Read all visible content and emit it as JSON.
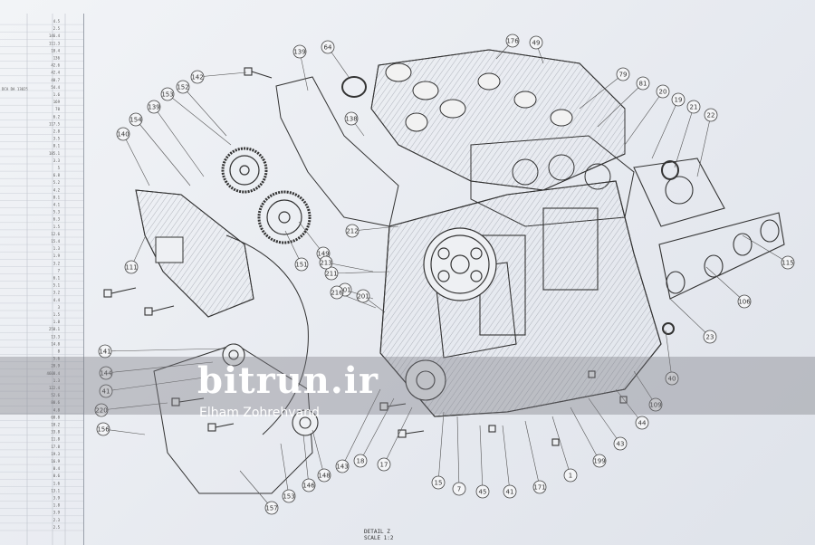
{
  "watermark": {
    "site": "bitrun.ir",
    "credit": "Elham Zohrehvand"
  },
  "detail": {
    "label": "DETAIL Z",
    "scale": "SCALE 1:2"
  },
  "parts_table": {
    "header": "DCA DA 13025",
    "rows": [
      "4.5",
      "2.5",
      "146.4",
      "111.3",
      "10.4",
      "136",
      "42.6",
      "42.4",
      "40.7",
      "54.4",
      "1.6",
      "169",
      "70",
      "6.2",
      "117.5",
      "2.8",
      "3.5",
      "8.1",
      "185.1",
      "3.3",
      "5",
      "6.8",
      "5.2",
      "4.2",
      "8.1",
      "4.1",
      "5.3",
      "6.3",
      "1.5",
      "12.6",
      "15.4",
      "1.3",
      "1.9",
      "3.2",
      "7",
      "6.1",
      "5.1",
      "3.2",
      "4.4",
      "3",
      "1.5",
      "1.8",
      "258.1",
      "13.3",
      "14.8",
      "8",
      "5.6",
      "28.9",
      "4608.4",
      "1.3",
      "122.4",
      "52.6",
      "80.6",
      "4.8",
      "60.8",
      "10.2",
      "33.8",
      "11.8",
      "17.8",
      "19.3",
      "16.9",
      "0.4",
      "0.6",
      "1.6",
      "13.1",
      "3.9",
      "1.8",
      "3.9",
      "2.3",
      "2.5"
    ]
  },
  "callouts": [
    "176",
    "49",
    "64",
    "139",
    "142",
    "152",
    "153",
    "139",
    "154",
    "140",
    "138",
    "79",
    "81",
    "20",
    "19",
    "21",
    "22",
    "212",
    "149",
    "211",
    "213",
    "201",
    "216",
    "151",
    "201",
    "115",
    "106",
    "23",
    "40",
    "109",
    "44",
    "43",
    "199",
    "1",
    "171",
    "41",
    "45",
    "7",
    "15",
    "17",
    "18",
    "143",
    "146",
    "148",
    "153",
    "157",
    "156",
    "220",
    "141",
    "144",
    "41",
    "111"
  ],
  "icons": [
    "engine-cylinder-block",
    "cylinder-head",
    "camshaft-sprocket",
    "crankshaft-pulley",
    "timing-belt-cover",
    "bolt",
    "o-ring-seal",
    "engine-mount-bracket",
    "exhaust-gasket"
  ]
}
